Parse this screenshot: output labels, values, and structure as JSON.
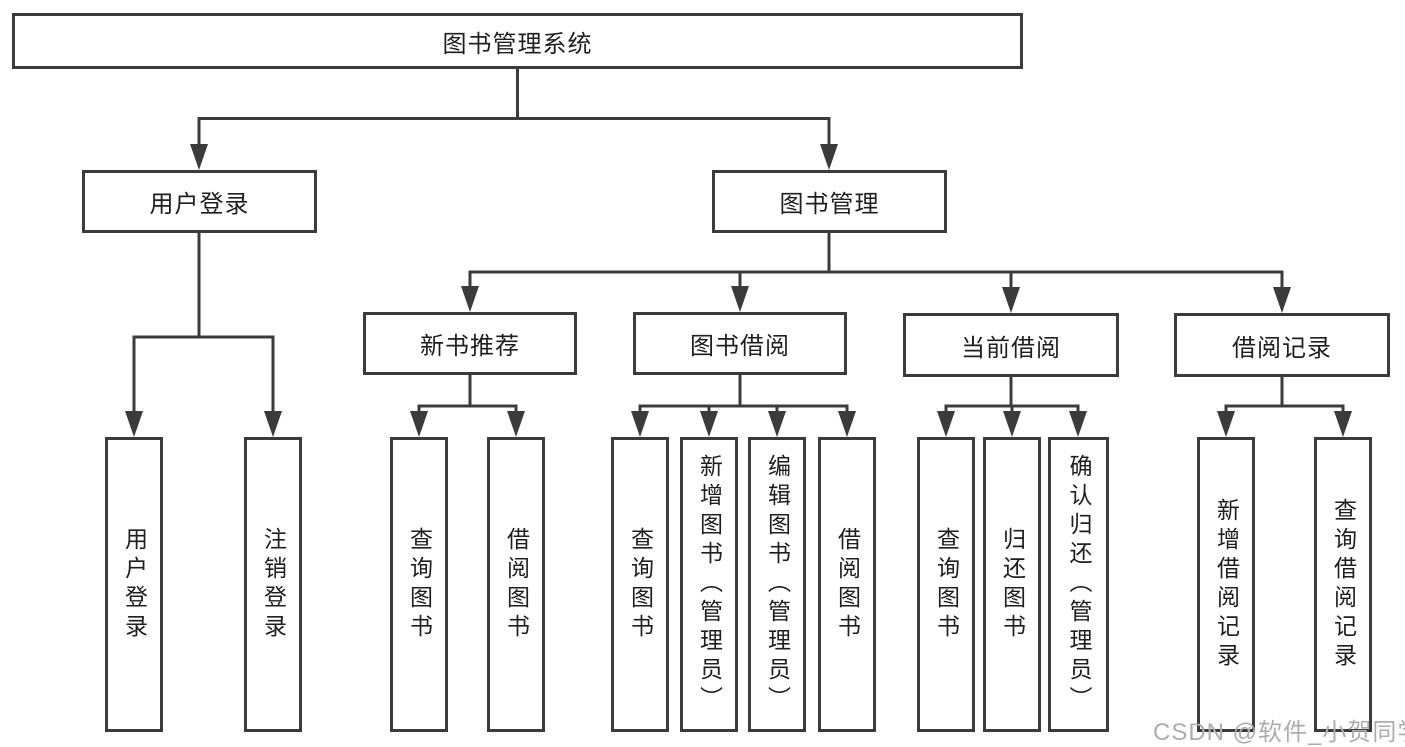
{
  "diagram": {
    "tree": {
      "label": "图书管理系统",
      "children": [
        {
          "label": "用户登录",
          "children": [
            {
              "label": "用户登录"
            },
            {
              "label": "注销登录"
            }
          ]
        },
        {
          "label": "图书管理",
          "children": [
            {
              "label": "新书推荐",
              "children": [
                {
                  "label": "查询图书"
                },
                {
                  "label": "借阅图书"
                }
              ]
            },
            {
              "label": "图书借阅",
              "children": [
                {
                  "label": "查询图书"
                },
                {
                  "label": "新增图书（管理员）"
                },
                {
                  "label": "编辑图书（管理员）"
                },
                {
                  "label": "借阅图书"
                }
              ]
            },
            {
              "label": "当前借阅",
              "children": [
                {
                  "label": "查询图书"
                },
                {
                  "label": "归还图书"
                },
                {
                  "label": "确认归还（管理员）"
                }
              ]
            },
            {
              "label": "借阅记录",
              "children": [
                {
                  "label": "新增借阅记录"
                },
                {
                  "label": "查询借阅记录"
                }
              ]
            }
          ]
        }
      ]
    },
    "colors": {
      "line": "#3b3b3b",
      "box_background": "#ffffff",
      "text": "#1f1f1f",
      "watermark": "#b2abad",
      "background": "#ffffff"
    }
  },
  "watermark": {
    "text": "CSDN @软件_小贺同学"
  }
}
